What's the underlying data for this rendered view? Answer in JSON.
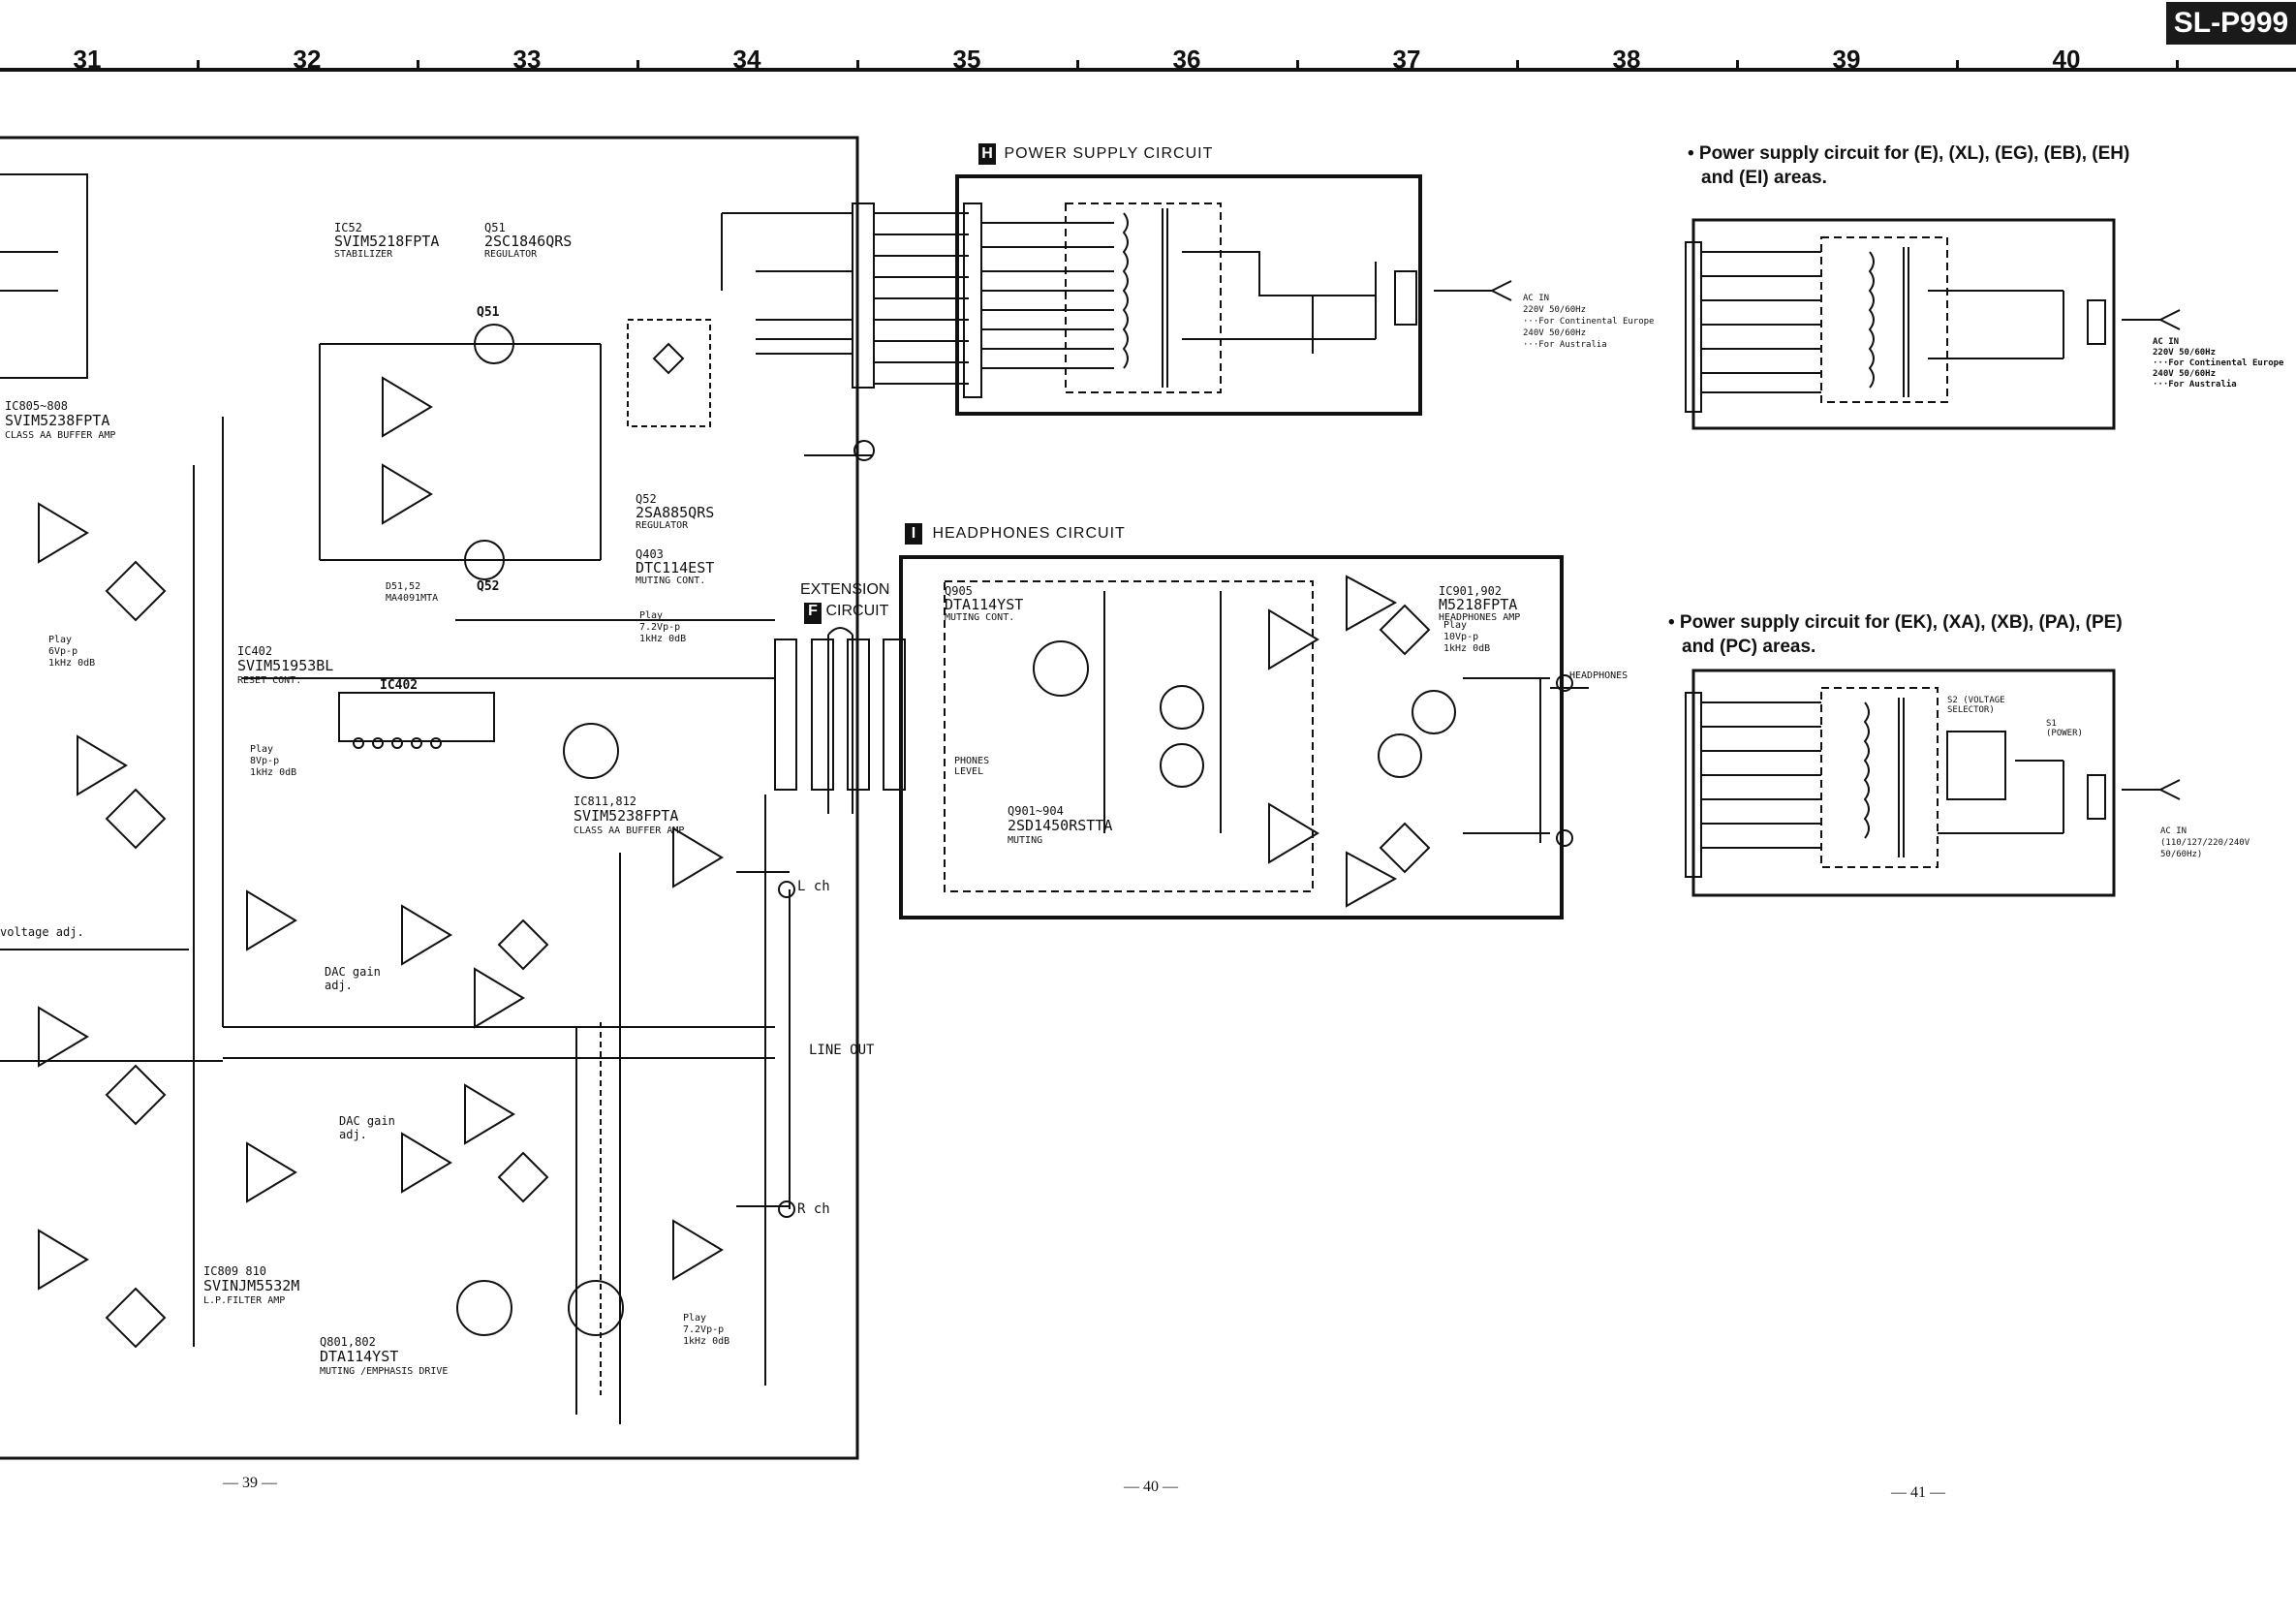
{
  "model_tag": "SL-P999",
  "ruler_columns": [
    "31",
    "32",
    "33",
    "34",
    "35",
    "36",
    "37",
    "38",
    "39",
    "40"
  ],
  "page_numbers": [
    "— 39 —",
    "— 40 —",
    "— 41 —"
  ],
  "blocks": {
    "power_supply": {
      "letter": "H",
      "title": "POWER SUPPLY CIRCUIT"
    },
    "headphones": {
      "letter": "I",
      "title": "HEADPHONES CIRCUIT"
    },
    "extension": {
      "letter": "F",
      "title_line1": "EXTENSION",
      "title_line2": "CIRCUIT"
    }
  },
  "notes": {
    "area_note_1_line1": "• Power supply circuit for (E), (XL), (EG), (EB), (EH)",
    "area_note_1_line2": "and (EI) areas.",
    "area_note_2_line1": "• Power supply circuit for (EK), (XA), (XB), (PA), (PE)",
    "area_note_2_line2": "and (PC) areas."
  },
  "labels": {
    "ic52_ref": "IC52",
    "ic52_part": "SVIM5218FPTA",
    "ic52_func": "STABILIZER",
    "q51_ref": "Q51",
    "q51_part": "2SC1846QRS",
    "q51_func": "REGULATOR",
    "q52_ref": "Q52",
    "q52_part": "2SA885QRS",
    "q52_func": "REGULATOR",
    "q403_ref": "Q403",
    "q403_part": "DTC114EST",
    "q403_func": "MUTING CONT.",
    "d51_ref": "D51,52",
    "d51_part": "MA4091MTA",
    "ic805_ref": "IC805~808",
    "ic805_part": "SVIM5238FPTA",
    "ic805_func": "CLASS AA BUFFER AMP",
    "ic402_ref": "IC402",
    "ic402_part": "SVIM51953BL",
    "ic402_func": "RESET CONT.",
    "ic811_ref": "IC811,812",
    "ic811_part": "SVIM5238FPTA",
    "ic811_func": "CLASS AA BUFFER AMP",
    "ic809_ref": "IC809 810",
    "ic809_part": "SVINJM5532M",
    "ic809_func": "L.P.FILTER AMP",
    "q801_ref": "Q801,802",
    "q801_part": "DTA114YST",
    "q801_func": "MUTING /EMPHASIS DRIVE",
    "q905_ref": "Q905",
    "q905_part": "DTA114YST",
    "q905_func": "MUTING CONT.",
    "ic901_ref": "IC901,902",
    "ic901_part": "M5218FPTA",
    "ic901_func": "HEADPHONES AMP",
    "q901_ref": "Q901~904",
    "q901_part": "2SD1450RSTTA",
    "q901_func": "MUTING",
    "l_ch": "L ch",
    "r_ch": "R ch",
    "line_out": "LINE OUT",
    "headphones_jack": "HEADPHONES",
    "dac_gain": "DAC gain adj.",
    "voltage_adj": "voltage adj.",
    "phones_level": "PHONES LEVEL",
    "ac_in": "AC IN",
    "ac_in_spec_1": "220V 50/60Hz",
    "ac_in_spec_2": "···For Continental Europe",
    "ac_in_spec_3": "240V 50/60Hz",
    "ac_in_spec_4": "···For Australia",
    "ac_in_multi": "(110/127/220/240V 50/60Hz)",
    "voltage_selector": "S2 (VOLTAGE SELECTOR)",
    "power_switch": "S1 (POWER)",
    "play_1": "Play",
    "play_1khz": "1kHz 0dB",
    "vpp_7_2": "7.2Vp-p",
    "vpp_6": "6Vp-p",
    "vpp_8": "8Vp-p",
    "vpp_10": "10Vp-p"
  }
}
